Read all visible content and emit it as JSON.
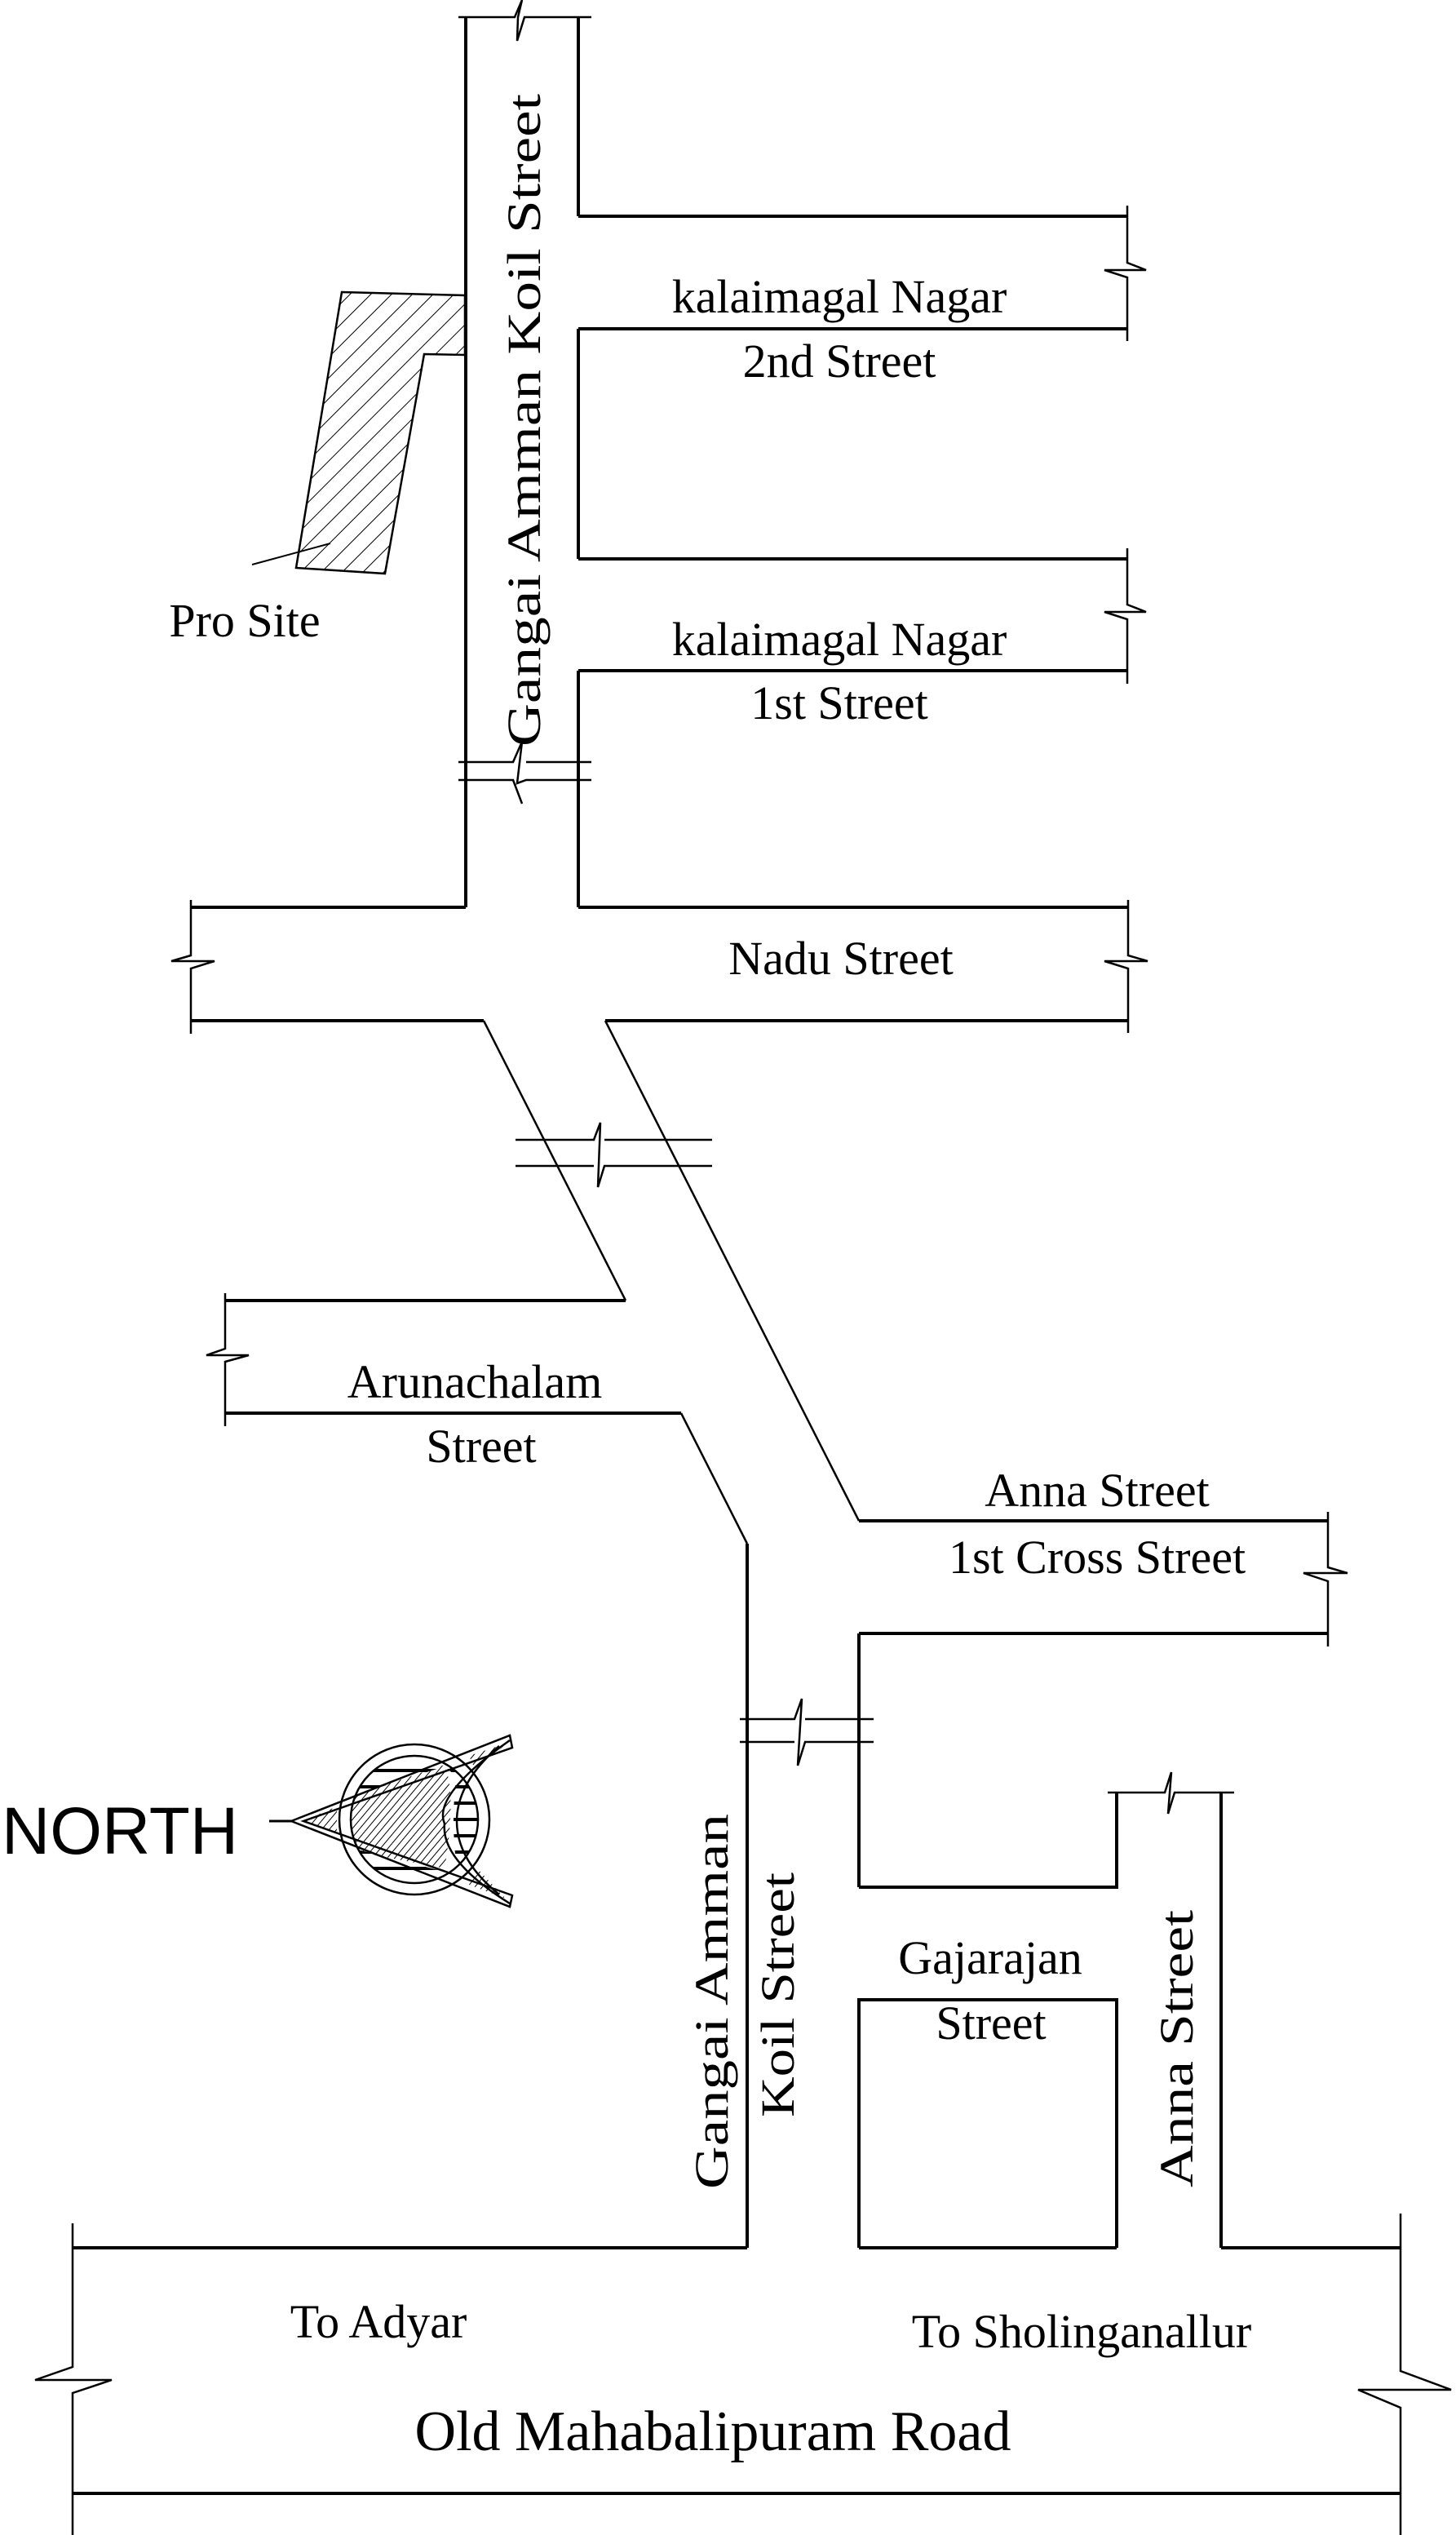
{
  "map": {
    "title": "Location map",
    "colors": {
      "line": "#000000",
      "background": "#ffffff"
    },
    "labels": {
      "gangai_upper": "Gangai Amman Koil Street",
      "kalaimagal_2nd_line1": "kalaimagal Nagar",
      "kalaimagal_2nd_line2": "2nd Street",
      "kalaimagal_1st_line1": "kalaimagal Nagar",
      "kalaimagal_1st_line2": "1st Street",
      "pro_site": "Pro Site",
      "nadu": "Nadu Street",
      "arunachalam_line1": "Arunachalam",
      "arunachalam_line2": "Street",
      "anna_cross_line1": "Anna Street",
      "anna_cross_line2": "1st Cross Street",
      "north": "NORTH",
      "gangai_lower_line1": "Gangai Amman",
      "gangai_lower_line2": "Koil Street",
      "gajarajan_line1": "Gajarajan",
      "gajarajan_line2": "Street",
      "anna_vertical": "Anna Street",
      "to_adyar": "To Adyar",
      "to_sholinganallur": "To Sholinganallur",
      "omr": "Old Mahabalipuram Road"
    },
    "icons": {
      "north_arrow": "compass-north-arrow-icon",
      "site_marker": "hatched-site-icon"
    }
  }
}
